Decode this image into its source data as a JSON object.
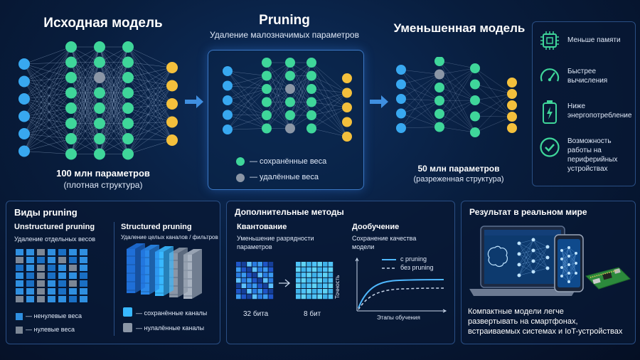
{
  "top": {
    "original": {
      "title": "Исходная модель",
      "params": "100 млн параметров",
      "structure": "(плотная структура)"
    },
    "pruning": {
      "title": "Pruning",
      "subtitle": "Удаление малозначимых параметров",
      "legend_kept": "— сохранённые веса",
      "legend_removed": "— удалённые веса"
    },
    "reduced": {
      "title": "Уменьшенная модель",
      "params": "50 млн параметров",
      "structure": "(разреженная структура)"
    },
    "benefits": [
      {
        "icon": "chip-icon",
        "text": "Меньше памяти"
      },
      {
        "icon": "speedometer-icon",
        "text_lines": [
          "Быстрее",
          "вычисления"
        ]
      },
      {
        "icon": "battery-icon",
        "text_lines": [
          "Ниже",
          "энергопотребление"
        ]
      },
      {
        "icon": "checkmark-icon",
        "text_lines": [
          "Возможность",
          "работы на",
          "периферийных",
          "устройствах"
        ]
      }
    ]
  },
  "types": {
    "title": "Виды pruning",
    "unstructured": {
      "title": "Unstructured pruning",
      "desc": "Удаление отдельных весов",
      "legend_nonzero": "— ненулевые веса",
      "legend_zero": "— нулевые веса"
    },
    "structured": {
      "title": "Structured pruning",
      "desc": "Удаление целых каналов / фильтров",
      "legend_kept": "— сохранённые каналы",
      "legend_zeroed": "— нулалённые каналы"
    }
  },
  "methods": {
    "title": "Дополнительные методы",
    "quant": {
      "title": "Квантование",
      "desc_lines": [
        "Уменьшение разрядности",
        "параметров"
      ],
      "label_32": "32 бита",
      "label_8": "8 бит"
    },
    "finetune": {
      "title": "Дообучение",
      "desc_lines": [
        "Сохранение качества",
        "модели"
      ],
      "legend_with": "с pruning",
      "legend_without": "без pruning",
      "ylabel": "Точность",
      "xlabel": "Этапы обучения"
    }
  },
  "result": {
    "title": "Результат в реальном мире",
    "desc_lines": [
      "Компактные модели легче",
      "развертывать на смартфонах,",
      "встраиваемых системах и IoT-устройствах"
    ]
  },
  "colors": {
    "blue": "#38a8f0",
    "green": "#3fd69a",
    "yellow": "#f4c03c",
    "gray": "#8b96a6",
    "accent": "#4da3ff"
  }
}
